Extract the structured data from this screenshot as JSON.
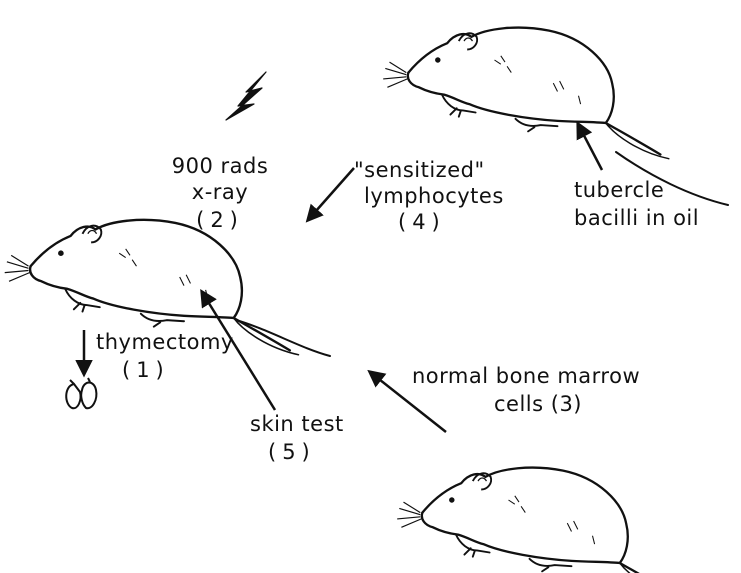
{
  "labels": {
    "xray_line1": "900 rads",
    "xray_line2": "x-ray",
    "xray_step": "(2)",
    "sens_line1": "\"sensitized\"",
    "sens_line2": "lymphocytes",
    "sens_step": "(4)",
    "tb_line1": "tubercle",
    "tb_line2": "bacilli in oil",
    "thym_line1": "thymectomy",
    "thym_step": "(1)",
    "skin_line1": "skin test",
    "skin_step": "(5)",
    "marrow_line1": "normal bone marrow",
    "marrow_line2": "cells (3)"
  },
  "icons": [
    "lightning-bolt-icon",
    "thymus-icon",
    "rat-icon"
  ],
  "colors": {
    "ink": "#111111",
    "background": "#ffffff"
  }
}
